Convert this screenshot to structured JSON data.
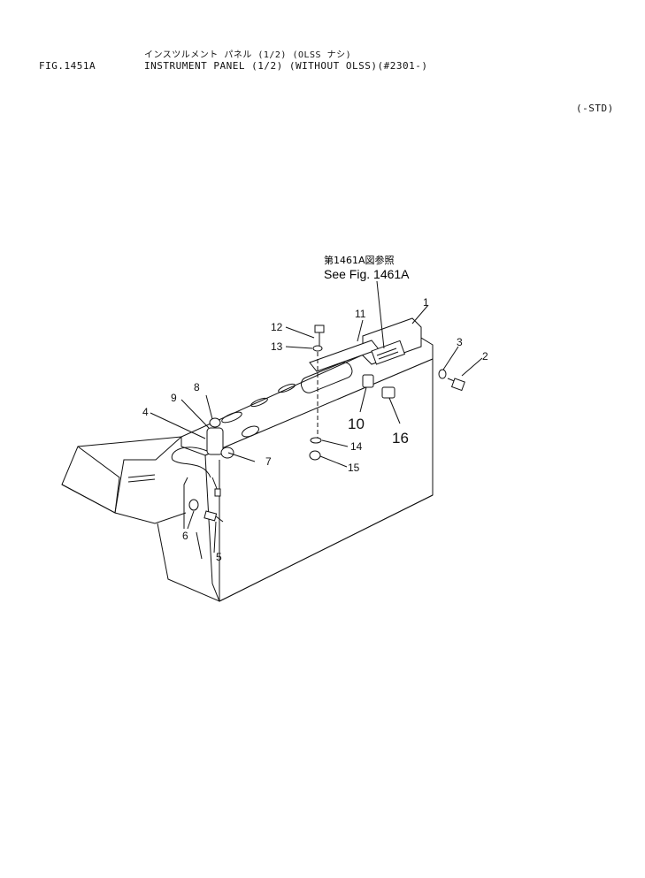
{
  "header": {
    "fig_id": "FIG.1451A",
    "title_jp": "インスツルメント パネル (1/2) (OLSS ナシ)",
    "title_en": "INSTRUMENT PANEL (1/2) (WITHOUT OLSS)(#2301-)",
    "variant": "(-STD)"
  },
  "reference": {
    "jp": "第1461A図参照",
    "en": "See Fig. 1461A"
  },
  "callouts": {
    "c1": "1",
    "c2": "2",
    "c3": "3",
    "c4": "4",
    "c5": "5",
    "c6": "6",
    "c7": "7",
    "c8": "8",
    "c9": "9",
    "c10": "10",
    "c11": "11",
    "c12": "12",
    "c13": "13",
    "c14": "14",
    "c15": "15",
    "c16": "16"
  }
}
